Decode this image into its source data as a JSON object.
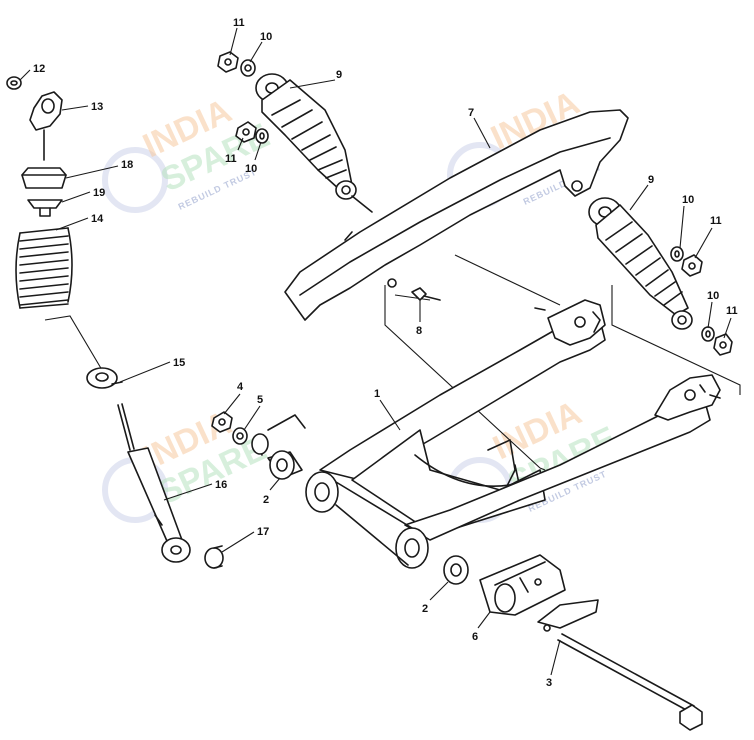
{
  "watermark": {
    "line1": "INDIA",
    "line2": "SPARE",
    "tagline": "REBUILD TRUST"
  },
  "callouts": {
    "c1": "1",
    "c2a": "2",
    "c2b": "2",
    "c3": "3",
    "c4": "4",
    "c5": "5",
    "c6": "6",
    "c7": "7",
    "c8": "8",
    "c9a": "9",
    "c9b": "9",
    "c10a": "10",
    "c10b": "10",
    "c10c": "10",
    "c10d": "10",
    "c11a": "11",
    "c11b": "11",
    "c11c": "11",
    "c11d": "11",
    "c12": "12",
    "c13": "13",
    "c14": "14",
    "c15": "15",
    "c16": "16",
    "c17": "17",
    "c18": "18",
    "c19": "19"
  },
  "colors": {
    "line": "#1a1a1a",
    "watermark_orange": "#f7c9a0",
    "watermark_green": "#b8e3c0",
    "watermark_blue": "#9aa7cf"
  }
}
